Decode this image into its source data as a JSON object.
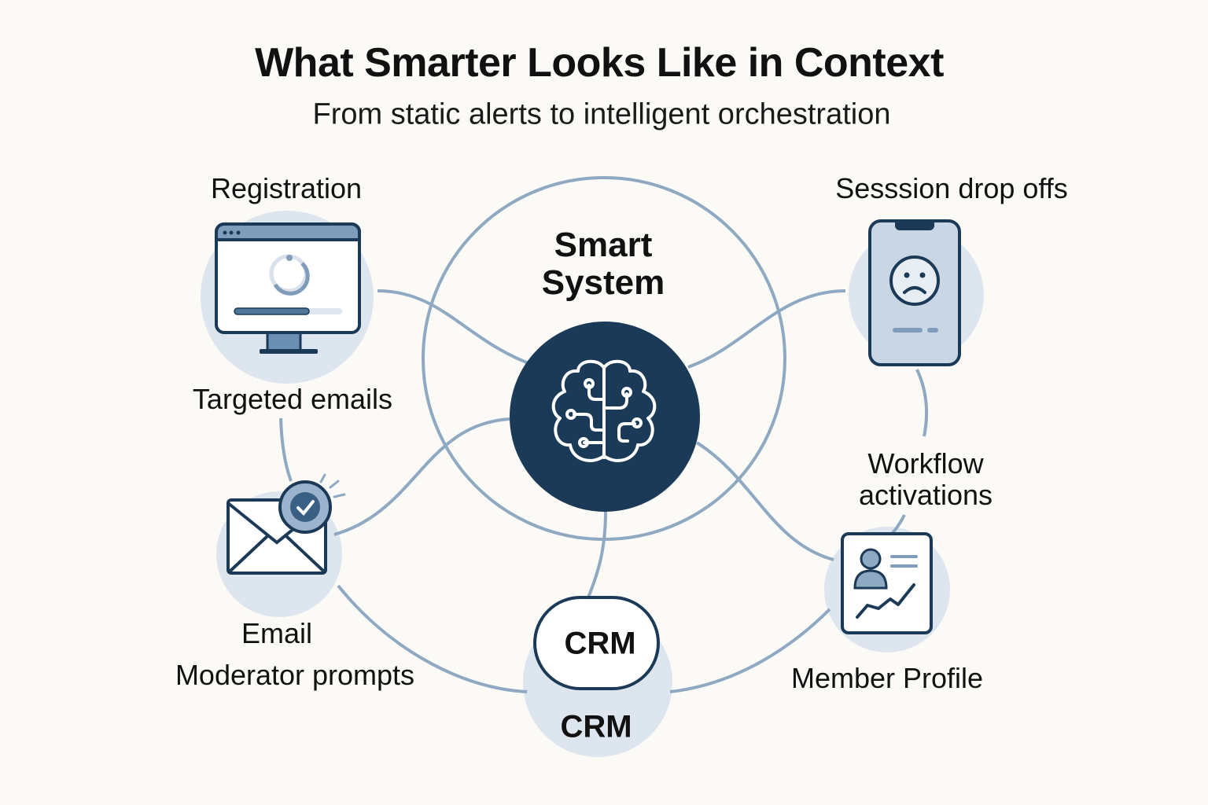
{
  "header": {
    "title": "What Smarter Looks Like in Context",
    "subtitle": "From static alerts to intelligent orchestration"
  },
  "hub": {
    "line1": "Smart",
    "line2": "System",
    "icon": "brain-circuit-icon"
  },
  "nodes": {
    "registration": {
      "label": "Registration",
      "icon": "monitor-loading-icon"
    },
    "session": {
      "label": "Sesssion drop offs",
      "icon": "phone-sad-face-icon"
    },
    "targeted": {
      "label": "Targeted emails"
    },
    "email": {
      "label": "Email",
      "sublabel": "Moderator prompts",
      "icon": "envelope-check-icon"
    },
    "crm": {
      "pill": "CRM",
      "label": "CRM"
    },
    "workflow": {
      "line1": "Workflow",
      "line2": "activations"
    },
    "profile": {
      "label": "Member Profile",
      "icon": "profile-chart-icon"
    }
  },
  "colors": {
    "background": "#fcfaf6",
    "navy": "#1b3a57",
    "connector": "#8fa9c3",
    "halo": "#dde5ee"
  }
}
